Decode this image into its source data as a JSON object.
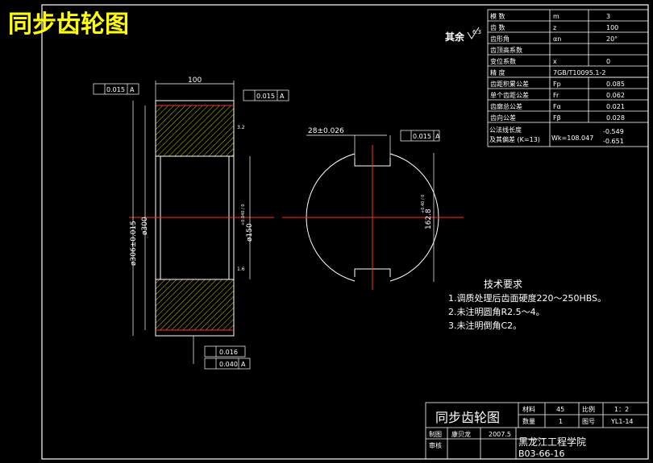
{
  "title": "同步齿轮图",
  "surface_note": "其余",
  "surface_rough": "6.3",
  "params": [
    {
      "name": "模 数",
      "sym": "m",
      "val": "3"
    },
    {
      "name": "齿 数",
      "sym": "z",
      "val": "100"
    },
    {
      "name": "齿形角",
      "sym": "αn",
      "val": "20°"
    },
    {
      "name": "齿顶高系数",
      "sym": "",
      "val": ""
    },
    {
      "name": "变位系数",
      "sym": "x",
      "val": "0"
    },
    {
      "name": "精 度",
      "sym": "7GB/T10095.1-2",
      "val": ""
    },
    {
      "name": "齿距积累公差",
      "sym": "Fp",
      "val": "0.085"
    },
    {
      "name": "单个齿距公差",
      "sym": "Fr",
      "val": "0.062"
    },
    {
      "name": "齿廓总公差",
      "sym": "Fα",
      "val": "0.021"
    },
    {
      "name": "齿向公差",
      "sym": "Fβ",
      "val": "0.028"
    }
  ],
  "span": {
    "name1": "公法线长度",
    "name2": "及其偏差 (K=13)",
    "val": "Wk=108.047",
    "dev1": "-0.549",
    "dev2": "-0.651"
  },
  "dims": {
    "width": "100",
    "tol_top_left": "0.015",
    "tol_top_right": "0.015",
    "datum": "A",
    "od": "ø306±0.015",
    "od2": "ø300",
    "bore": "ø150",
    "bore_tol": "+0.040 / 0",
    "key_width": "28±0.026",
    "key_tol": "0.015",
    "key_depth": "162.8",
    "key_depth_tol": "+0.40 / 0",
    "tol_bottom1": "0.016",
    "tol_bottom2": "0.040",
    "rough_a": "1.6",
    "rough_b": "3.2"
  },
  "tech": {
    "heading": "技术要求",
    "items": [
      "1.调质处理后齿面硬度220～250HBS。",
      "2.未注明圆角R2.5～4。",
      "3.未注明倒角C2。"
    ]
  },
  "titleblock": {
    "name": "同步齿轮图",
    "material_label": "材料",
    "material": "45",
    "scale_label": "比例",
    "scale": "1：2",
    "qty_label": "数量",
    "qty": "1",
    "drawno_label": "图号",
    "drawno": "YL1-14",
    "draw_label": "制图",
    "drawer": "康贝龙",
    "date": "2007.5",
    "check_label": "审核",
    "school": "黑龙江工程学院",
    "class_code": "B03-66-16"
  }
}
